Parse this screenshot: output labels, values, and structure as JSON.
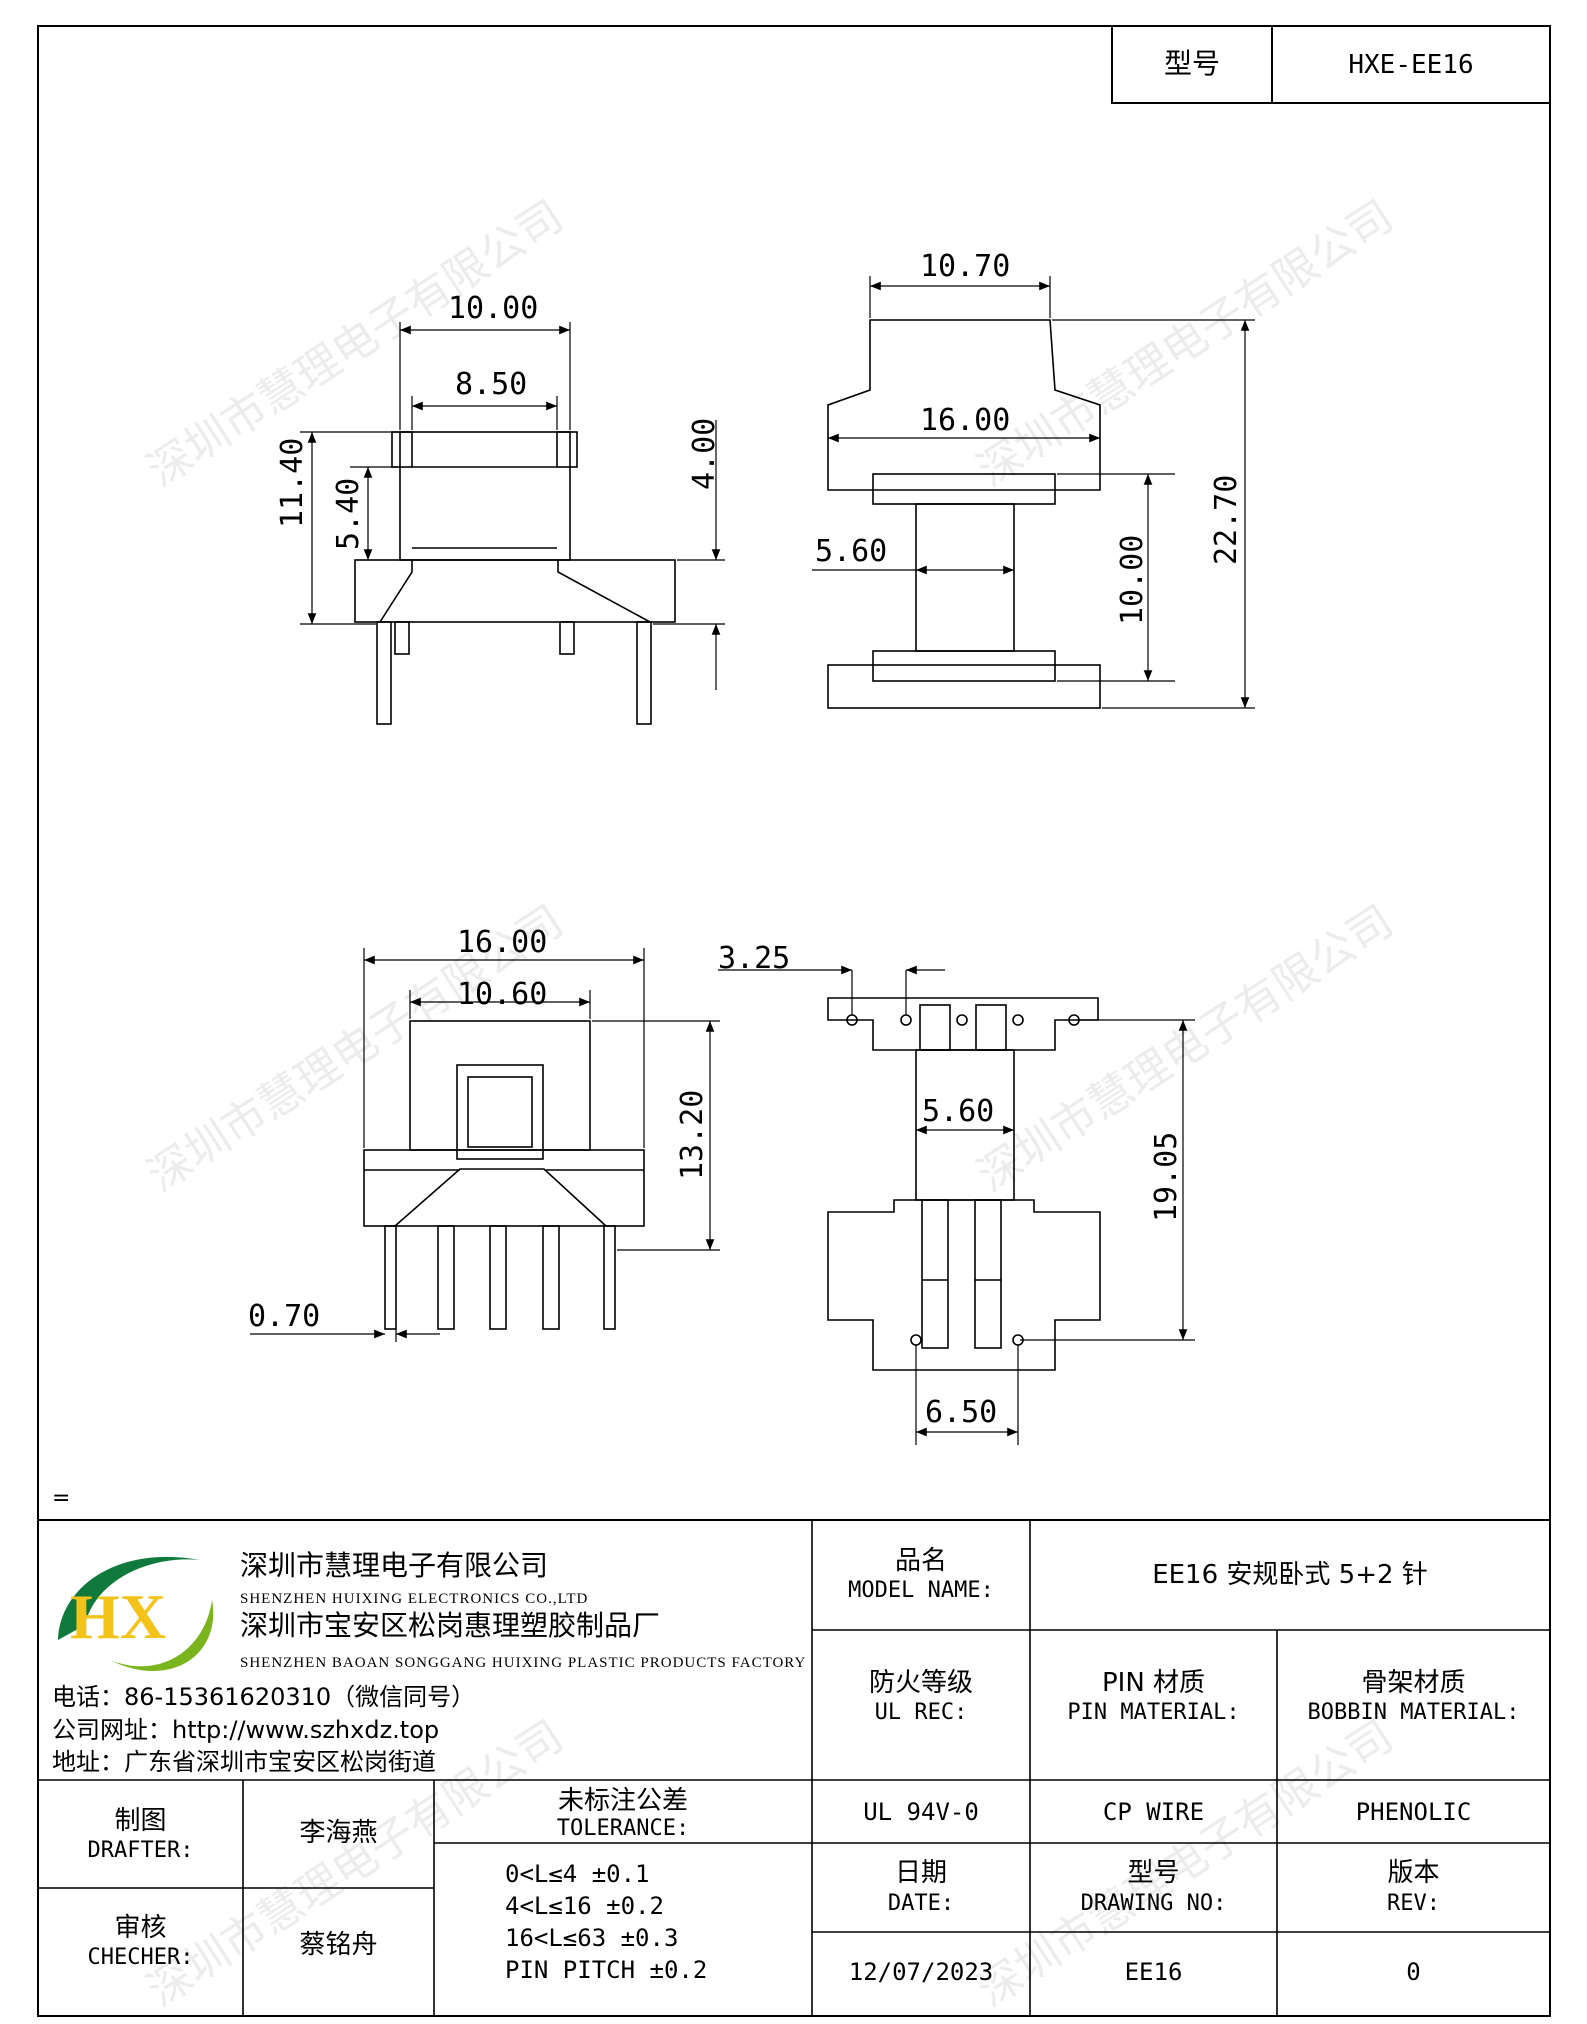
{
  "header": {
    "model_label": "型号",
    "model_value": "HXE-EE16"
  },
  "dims": {
    "front_width_top": "10.00",
    "front_inner": "8.50",
    "front_height": "11.40",
    "front_flange": "5.40",
    "front_pin": "4.00",
    "side_top": "10.70",
    "side_width": "16.00",
    "side_core": "5.60",
    "side_height": "10.00",
    "side_total": "22.70",
    "end_width": "16.00",
    "end_window": "10.60",
    "end_height": "13.20",
    "end_pin_dia": "0.70",
    "bottom_offset": "3.25",
    "bottom_core": "5.60",
    "bottom_length": "19.05",
    "bottom_pitch": "6.50"
  },
  "note_mark": "=",
  "company": {
    "name_cn": "深圳市慧理电子有限公司",
    "name_en": "SHENZHEN HUIXING ELECTRONICS CO.,LTD",
    "factory_cn": "深圳市宝安区松岗惠理塑胶制品厂",
    "factory_en": "SHENZHEN BAOAN SONGGANG HUIXING PLASTIC PRODUCTS FACTORY",
    "phone": "电话：86-15361620310（微信同号）",
    "website": "公司网址：http://www.szhxdz.top",
    "address": "地址：广东省深圳市宝安区松岗街道",
    "logo_text": "HX",
    "logo_colors": {
      "green": "#7ab51d",
      "dark_green": "#0f7a3c",
      "yellow": "#f3c319"
    }
  },
  "title_block": {
    "model_name_cn": "品名",
    "model_name_en": "MODEL NAME:",
    "model_name_value": "EE16 安规卧式 5+2 针",
    "ul_cn": "防火等级",
    "ul_en": "UL REC:",
    "ul_value": "UL 94V-0",
    "pin_cn": "PIN 材质",
    "pin_en": "PIN MATERIAL:",
    "pin_value": "CP WIRE",
    "bobbin_cn": "骨架材质",
    "bobbin_en": "BOBBIN MATERIAL:",
    "bobbin_value": "PHENOLIC",
    "drafter_cn": "制图",
    "drafter_en": "DRAFTER:",
    "drafter_value": "李海燕",
    "checker_cn": "审核",
    "checker_en": "CHECHER:",
    "checker_value": "蔡铭舟",
    "tolerance_cn": "未标注公差",
    "tolerance_en": "TOLERANCE:",
    "tolerances": [
      "0<L≤4  ±0.1",
      "4<L≤16 ±0.2",
      "16<L≤63 ±0.3",
      "PIN PITCH ±0.2"
    ],
    "date_cn": "日期",
    "date_en": "DATE:",
    "date_value": "12/07/2023",
    "drawing_cn": "型号",
    "drawing_en": "DRAWING NO:",
    "drawing_value": "EE16",
    "rev_cn": "版本",
    "rev_en": "REV:",
    "rev_value": "0"
  },
  "watermark": "深圳市慧理电子有限公司"
}
